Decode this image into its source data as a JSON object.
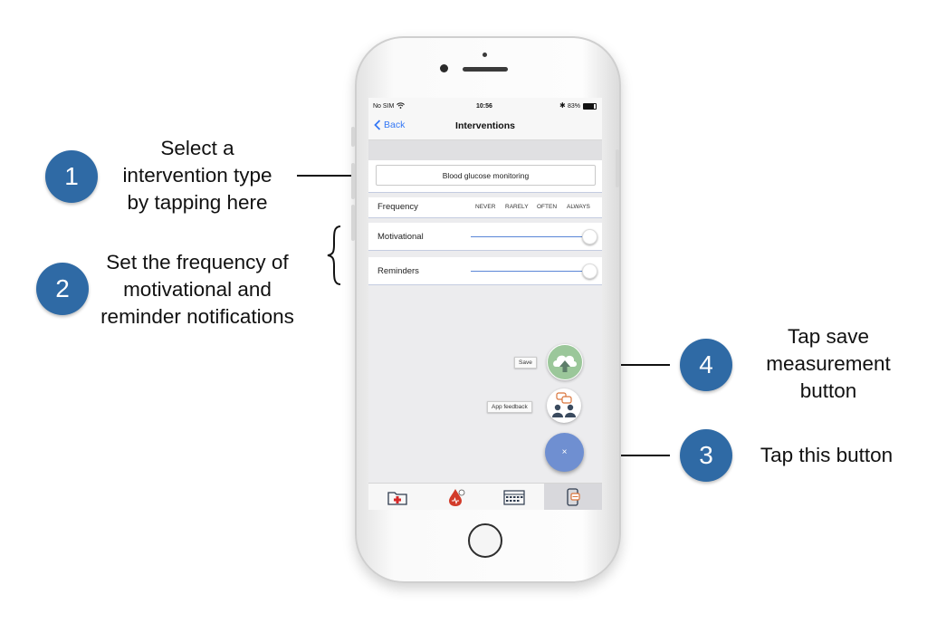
{
  "annotations": [
    {
      "number": "1",
      "lines": [
        "Select a",
        "intervention type",
        "by tapping here"
      ]
    },
    {
      "number": "2",
      "lines": [
        "Set the frequency of",
        "motivational and",
        "reminder notifications"
      ]
    },
    {
      "number": "3",
      "lines": [
        "Tap this button"
      ]
    },
    {
      "number": "4",
      "lines": [
        "Tap save",
        "measurement",
        "button"
      ]
    }
  ],
  "status_bar": {
    "carrier": "No SIM",
    "time": "10:56",
    "battery": "83%"
  },
  "nav": {
    "back_label": "Back",
    "title": "Interventions"
  },
  "intervention_type": {
    "value": "Blood glucose monitoring"
  },
  "frequency": {
    "header": "Frequency",
    "options": [
      "NEVER",
      "RARELY",
      "OFTEN",
      "ALWAYS"
    ],
    "sliders": [
      {
        "label": "Motivational",
        "value": 1.0
      },
      {
        "label": "Reminders",
        "value": 1.0
      }
    ]
  },
  "fab_menu": {
    "save_label": "Save",
    "feedback_label": "App feedback",
    "close_symbol": "×"
  },
  "tabs": [
    {
      "icon": "medical-folder-icon"
    },
    {
      "icon": "blood-drop-icon"
    },
    {
      "icon": "calendar-icon"
    },
    {
      "icon": "phone-interventions-icon",
      "selected": true
    }
  ],
  "colors": {
    "annotation_circle": "#2f6aa5",
    "accent": "#5a86d6",
    "fab": "#6f8fd1",
    "save_button": "#9bc79a"
  }
}
